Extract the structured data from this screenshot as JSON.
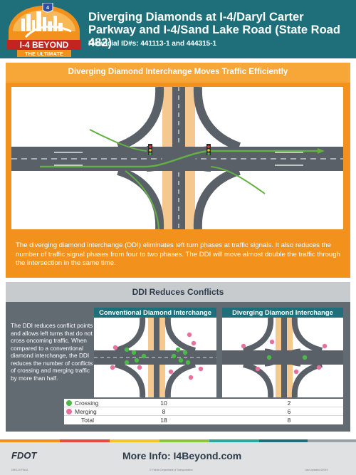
{
  "header": {
    "logo": {
      "top_text": "I-4 BEYOND",
      "bottom_text": "THE ULTIMATE",
      "shield_number": "4"
    },
    "title": "Diverging Diamonds at I-4/Daryl Carter Parkway and I-4/Sand Lake Road (State Road 482)",
    "financial_ids": "Financial ID#s: 441113-1 and 444315-1"
  },
  "section1": {
    "heading": "Diverging Diamond Interchange Moves Traffic Efficiently",
    "body": "The diverging diamond interchange (DDI) eliminates left turn phases at traffic signals. It also reduces the number of traffic signal phases from four to two phases. The DDI will move almost double the traffic through the intersection in the same time."
  },
  "section2": {
    "heading": "DDI Reduces Conflicts",
    "body": "The DDI reduces conflict points and allows left turns that do not cross oncoming traffic. When compared to a conventional diamond interchange, the DDI reduces the number of conflicts of crossing and merging traffic by more than half.",
    "panel_left_title": "Conventional Diamond Interchange",
    "panel_right_title": "Diverging Diamond Interchange",
    "table": [
      {
        "label": "Crossing",
        "conventional": "10",
        "ddi": "2",
        "dot": "#4cb84a"
      },
      {
        "label": "Merging",
        "conventional": "8",
        "ddi": "6",
        "dot": "#e8709c"
      },
      {
        "label": "Total",
        "conventional": "18",
        "ddi": "8",
        "dot": ""
      }
    ]
  },
  "colors": {
    "header_bg": "#1f6f7a",
    "orange": "#f2921d",
    "gray_panel": "#626a72",
    "crossing": "#4cb84a",
    "merging": "#e8709c"
  },
  "stripe_colors": [
    "#f2921d",
    "#e84b3a",
    "#f4c42a",
    "#8cc63f",
    "#2ba6a0",
    "#1f6f7a",
    "#9aa2a8"
  ],
  "footer": {
    "logo": "FDOT",
    "more_info": "More Info: I4Beyond.com",
    "left_small": "DMS-10 FINAL",
    "center_small": "© Florida Department of Transportation",
    "right_small": "Last Updated 4/2019"
  }
}
